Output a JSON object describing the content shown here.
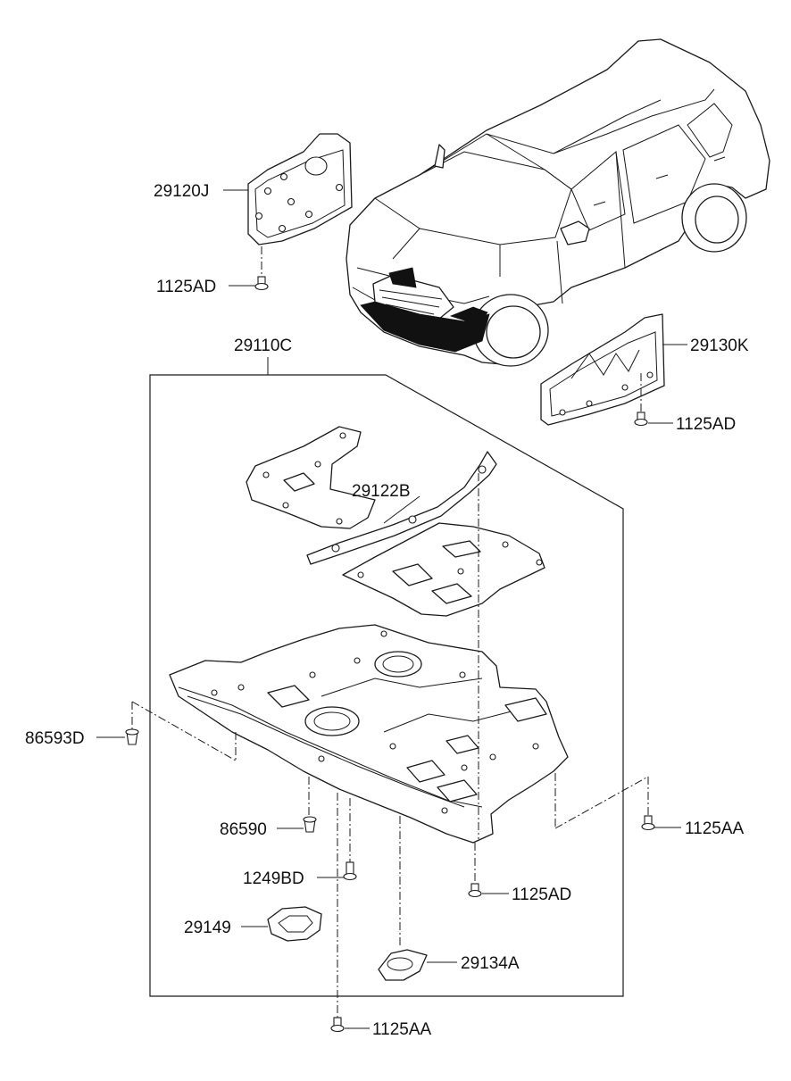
{
  "diagram": {
    "labels": {
      "part_29120J": "29120J",
      "bolt_1125AD_top": "1125AD",
      "part_29110C": "29110C",
      "part_29130K": "29130K",
      "bolt_1125AD_right": "1125AD",
      "part_29122B": "29122B",
      "clip_86593D": "86593D",
      "clip_86590": "86590",
      "bolt_1125AA_right": "1125AA",
      "bolt_1249BD": "1249BD",
      "bolt_1125AD_bottom": "1125AD",
      "part_29149": "29149",
      "part_29134A": "29134A",
      "bolt_1125AA_bottom": "1125AA"
    }
  }
}
